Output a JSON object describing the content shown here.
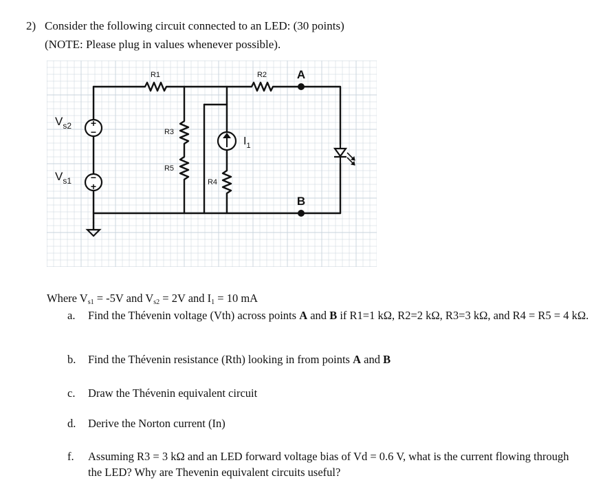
{
  "question": {
    "number": "2)",
    "title": "Consider the following circuit connected to an LED: (30 points)",
    "note": "(NOTE: Please plug in values whenever possible)."
  },
  "circuit": {
    "labels": {
      "r1": "R1",
      "r2": "R2",
      "r3": "R3",
      "r4": "R4",
      "r5": "R5",
      "node_a": "A",
      "node_b": "B",
      "vs2_main": "V",
      "vs2_sub": "s2",
      "vs1_main": "V",
      "vs1_sub": "s1",
      "i1_main": "I",
      "i1_sub": "1",
      "plus_sign": "+",
      "minus_sign": "−"
    },
    "colors": {
      "grid": "#c8d3dc",
      "wire": "#111111",
      "node": "#111111"
    }
  },
  "given": {
    "prefix": "Where V",
    "vs1_sub": "s1",
    "vs1_val": " = -5V and V",
    "vs2_sub": "s2",
    "vs2_val": " = 2V and I",
    "i1_sub": "1",
    "i1_val": " = 10 mA"
  },
  "items": {
    "a": {
      "label": "a.",
      "p1": "Find the Thévenin voltage (Vth) across points ",
      "A": "A",
      "p2": " and ",
      "B": "B",
      "p3": " if R1=1 kΩ, R2=2 kΩ, R3=3 kΩ, and R4 = R5 = 4 kΩ."
    },
    "b": {
      "label": "b.",
      "p1": "Find the Thévenin resistance (Rth) looking in from points ",
      "A": "A",
      "p2": " and ",
      "B": "B"
    },
    "c": {
      "label": "c.",
      "text": "Draw the Thévenin equivalent circuit"
    },
    "d": {
      "label": "d.",
      "text": "Derive the Norton current (In)"
    },
    "f": {
      "label": "f.",
      "text": "Assuming R3 = 3 kΩ and an LED forward voltage bias of Vd = 0.6 V, what is the current flowing through the LED? Why are Thevenin equivalent circuits useful?"
    }
  }
}
